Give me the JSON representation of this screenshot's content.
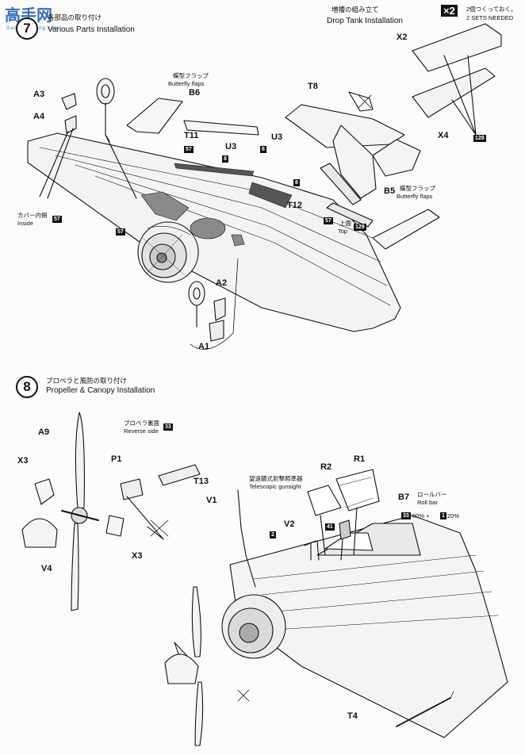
{
  "watermark": {
    "logo": "高手网",
    "url": "Gaoshouwang.com"
  },
  "step7": {
    "number": "7",
    "title_jp": "各部品の取り付け",
    "title_en": "Various Parts Installation"
  },
  "drop_tank": {
    "title_jp": "増槽の組み立て",
    "title_en": "Drop Tank Installation",
    "count_badge": "×2",
    "count_note_jp": "2個つくっておく。",
    "count_note_en": "2 SETS NEEDED"
  },
  "step8": {
    "number": "8",
    "title_jp": "プロペラと風防の取り付け",
    "title_en": "Propeller & Canopy Installation"
  },
  "labels_top": {
    "a3": "A3",
    "a4": "A4",
    "a1": "A1",
    "a2": "A2",
    "b6": "B6",
    "b5": "B5",
    "t11": "T11",
    "t8": "T8",
    "t12": "T12",
    "u3a": "U3",
    "u3b": "U3",
    "x2": "X2",
    "x4": "X4",
    "butterfly_jp_1": "蝶型フラップ",
    "butterfly_en_1": "Butterfly flaps",
    "butterfly_jp_2": "蝶型フラップ",
    "butterfly_en_2": "Butterfly flaps",
    "inside_jp": "カバー内側",
    "inside_en": "Inside",
    "top_jp": "上面",
    "top_en": "Top"
  },
  "labels_bottom": {
    "a9": "A9",
    "x3a": "X3",
    "x3b": "X3",
    "p1": "P1",
    "t13": "T13",
    "v4": "V4",
    "v1": "V1",
    "v2": "V2",
    "r1": "R1",
    "r2": "R2",
    "b7": "B7",
    "t4": "T4",
    "reverse_jp": "プロペラ裏面",
    "reverse_en": "Reverse side",
    "gunsight_jp": "望遠鏡式射撃照準器",
    "gunsight_en": "Telescopic gunsight",
    "rollbar_jp": "ロールバー",
    "rollbar_en": "Roll bar",
    "mix_text": "80% + ",
    "mix_text2": "20%"
  },
  "paint_codes": {
    "c57a": "57",
    "c57b": "57",
    "c57c": "57",
    "c57d": "57",
    "c8a": "8",
    "c8b": "8",
    "c8c": "8",
    "c128": "128",
    "c129": "129",
    "c33a": "33",
    "c33b": "33",
    "c2": "2",
    "c41": "41",
    "c1": "1"
  }
}
